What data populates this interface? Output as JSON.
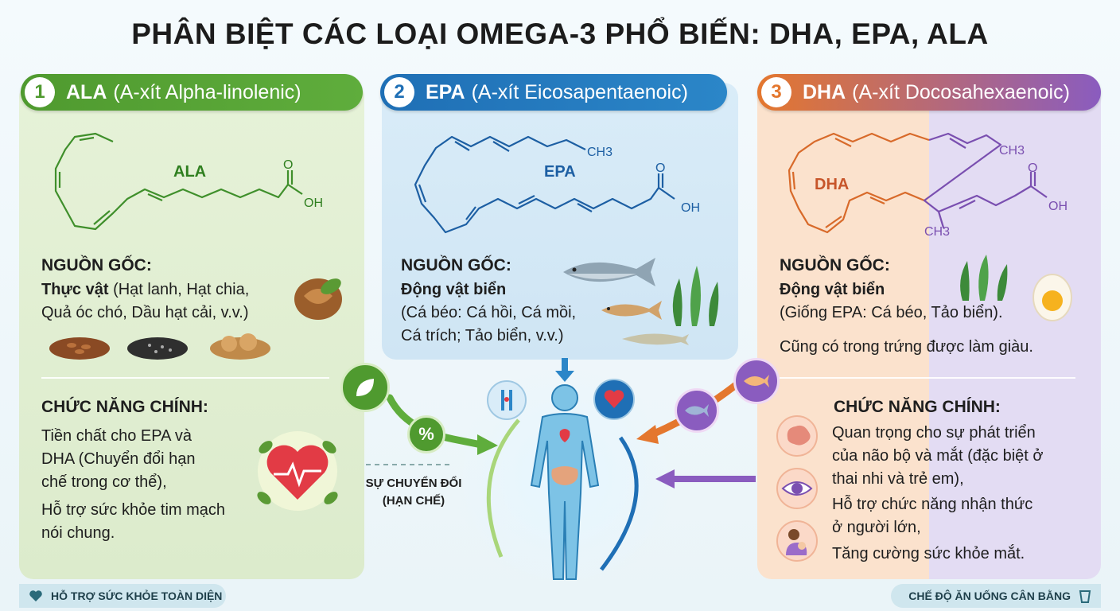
{
  "title": "PHÂN BIỆT CÁC LOẠI OMEGA-3 PHỔ BIẾN: DHA, EPA, ALA",
  "colors": {
    "ala": "#4f9a2f",
    "epa": "#1f6fb5",
    "dha_orange": "#e4772e",
    "dha_purple": "#8a5cbf"
  },
  "ala": {
    "number": "1",
    "abbr": "ALA",
    "full": "(A-xít Alpha-linolenic)",
    "molecule_label": "ALA",
    "o_label": "O",
    "oh_label": "OH",
    "source_title": "NGUỒN GỐC:",
    "source_bold": "Thực vật",
    "source_rest": " (Hạt lanh, Hạt chia,",
    "source_line2": "Quả óc chó, Dầu hạt cải, v.v.)",
    "function_title": "CHỨC NĂNG CHÍNH:",
    "function_lines": [
      "Tiền chất cho EPA và",
      "DHA (Chuyển đổi hạn",
      "chế trong cơ thể),"
    ],
    "function_lines2": [
      "Hỗ trợ sức khỏe tim mạch",
      "nói chung."
    ],
    "icons": [
      "walnut-icon",
      "flaxseed-icon",
      "chia-seed-icon",
      "walnut-pile-icon",
      "heart-pulse-icon",
      "leaf-icon"
    ]
  },
  "epa": {
    "number": "2",
    "abbr": "EPA",
    "full": "(A-xít Eicosapentaenoic)",
    "molecule_label": "EPA",
    "ch3_label": "CH3",
    "o_label": "O",
    "oh_label": "OH",
    "source_title": "NGUỒN GỐC:",
    "source_bold": "Động vật biển",
    "source_lines": [
      "(Cá béo: Cá hồi, Cá mồi,",
      "Cá trích; Tảo biển, v.v.)"
    ],
    "icons": [
      "salmon-icon",
      "sardine-icon",
      "seaweed-icon",
      "herring-icon"
    ]
  },
  "dha": {
    "number": "3",
    "abbr": "DHA",
    "full": "(A-xít Docosahexaenoic)",
    "molecule_label": "DHA",
    "ch3_label": "CH3",
    "ch3_label2": "CH3",
    "o_label": "O",
    "oh_label": "OH",
    "source_title": "NGUỒN GỐC:",
    "source_bold": "Động vật biển",
    "source_lines": [
      "(Giống EPA: Cá béo, Tảo biển)."
    ],
    "source_extra": "Cũng có trong trứng được làm giàu.",
    "function_title": "CHỨC NĂNG CHÍNH:",
    "functions": [
      {
        "icon": "brain-icon",
        "lines": [
          "Quan trọng cho sự phát triển",
          "của não bộ và mắt (đặc biệt ở",
          "thai nhi và trẻ em),"
        ]
      },
      {
        "icon": "eye-icon",
        "lines": [
          "Hỗ trợ chức năng nhận thức",
          "ở người lớn,"
        ]
      },
      {
        "icon": "mother-baby-icon",
        "lines": [
          "Tăng cường sức khỏe mắt."
        ]
      }
    ],
    "icons": [
      "seaweed-icon",
      "egg-icon"
    ]
  },
  "center": {
    "conversion_line1": "SỰ CHUYỂN ĐỔI",
    "conversion_line2": "(HẠN CHẾ)",
    "percent_symbol": "%",
    "icons": [
      "human-body-icon",
      "blood-vessel-icon",
      "heart-icon",
      "fish-icon"
    ]
  },
  "footer": {
    "left": "HỖ TRỢ SỨC KHỎE TOÀN DIỆN",
    "right": "CHẾ ĐỘ ĂN UỐNG CÂN BẰNG"
  }
}
